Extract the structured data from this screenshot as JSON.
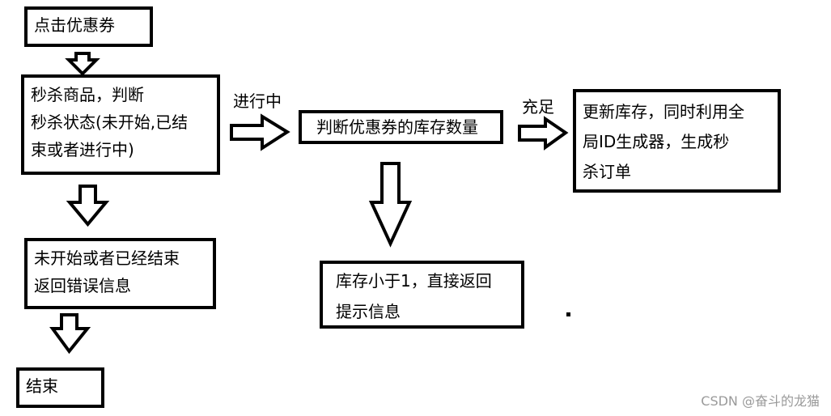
{
  "nodes": {
    "click_coupon": {
      "lines": [
        "点击优惠券"
      ]
    },
    "judge_status": {
      "lines": [
        "秒杀商品，判断",
        "秒杀状态(未开始,已结",
        "束或者进行中)"
      ]
    },
    "not_started_or_ended": {
      "lines": [
        "未开始或者已经结束",
        "返回错误信息"
      ]
    },
    "end": {
      "lines": [
        "结束"
      ]
    },
    "check_stock": {
      "lines": [
        "判断优惠券的库存数量"
      ]
    },
    "stock_insufficient": {
      "lines": [
        "库存小于1，直接返回",
        "提示信息"
      ]
    },
    "update_stock": {
      "lines": [
        "更新库存，同时利用全",
        "局ID生成器，生成秒",
        "杀订单"
      ]
    }
  },
  "edge_labels": {
    "in_progress": "进行中",
    "sufficient": "充足"
  },
  "watermark": "CSDN @奋斗的龙猫"
}
